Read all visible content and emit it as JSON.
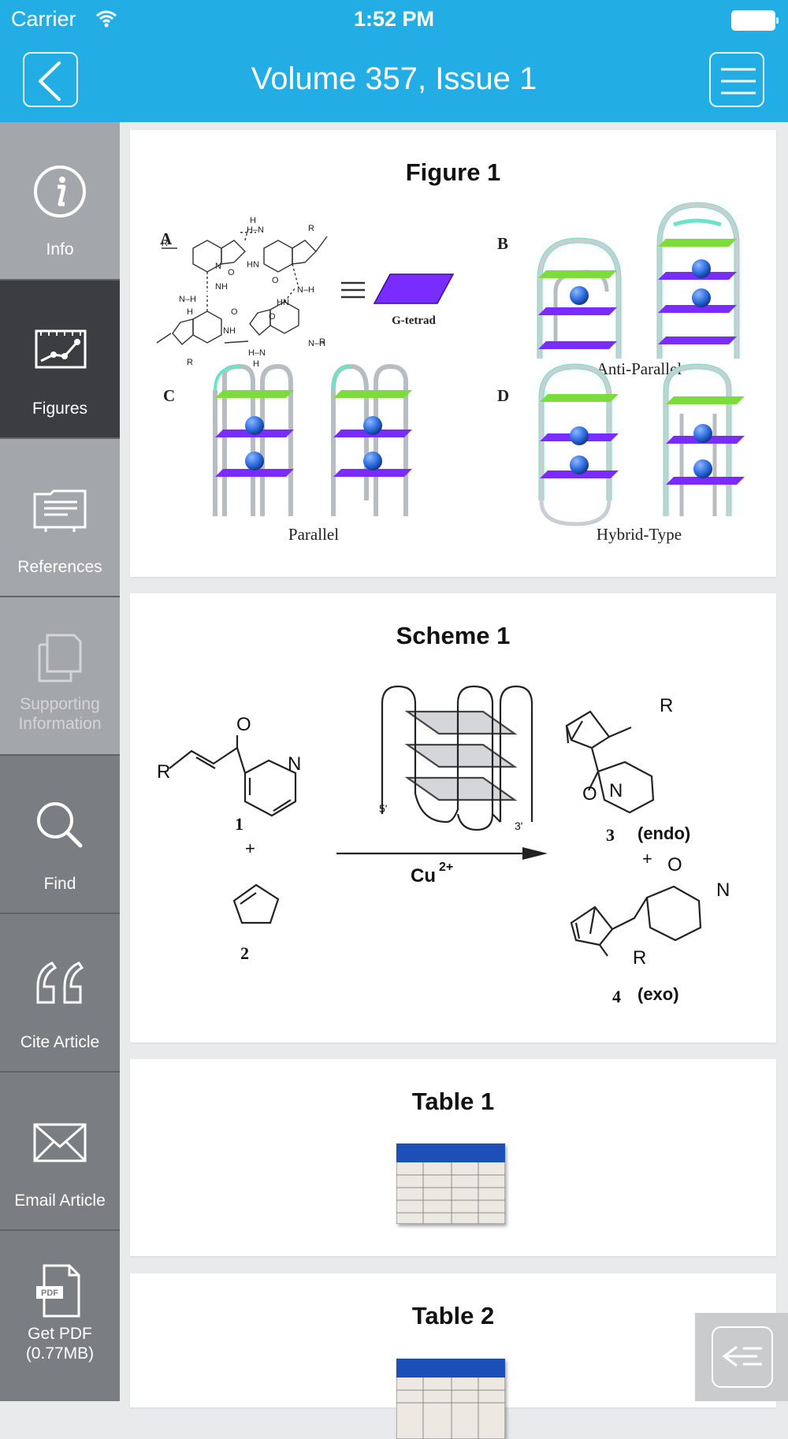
{
  "status_bar": {
    "carrier": "Carrier",
    "time": "1:52 PM"
  },
  "nav": {
    "title": "Volume 357, Issue 1",
    "back_icon": "chevron-left-icon",
    "menu_icon": "hamburger-menu-icon"
  },
  "sidebar": {
    "items": [
      {
        "label": "Info",
        "icon": "info-icon"
      },
      {
        "label": "Figures",
        "icon": "chart-icon"
      },
      {
        "label": "References",
        "icon": "folder-icon"
      },
      {
        "label": "Supporting Information",
        "icon": "documents-icon"
      },
      {
        "label": "Find",
        "icon": "search-icon"
      },
      {
        "label": "Cite Article",
        "icon": "quote-icon"
      },
      {
        "label": "Email Article",
        "icon": "envelope-icon"
      },
      {
        "label": "Get PDF (0.77MB)",
        "icon": "pdf-icon"
      }
    ],
    "selected": "Figures"
  },
  "figures": [
    {
      "title": "Figure 1",
      "panel_labels": [
        "A",
        "B",
        "C",
        "D"
      ],
      "captions": [
        "G-tetrad",
        "Anti-Parallel",
        "Parallel",
        "Hybrid-Type"
      ],
      "chem": {
        "r": "R",
        "h": "H",
        "o": "O",
        "n": "N",
        "nh": "NH",
        "hn": "HN",
        "nh2": "N–H",
        "hh": "H–N"
      }
    },
    {
      "title": "Scheme 1",
      "compounds": [
        "1",
        "2",
        "3",
        "4"
      ],
      "labels": {
        "endo": "(endo)",
        "exo": "(exo)",
        "catalyst": "Cu",
        "charge": "2+",
        "plus": "+",
        "five": "5'",
        "three": "3'",
        "r": "R",
        "o": "O",
        "n": "N"
      }
    },
    {
      "title": "Table 1"
    },
    {
      "title": "Table 2"
    }
  ],
  "colors": {
    "header_blue": "#22aee4",
    "sidebar_light": "#a3a6aa",
    "sidebar_dark": "#3b3d40",
    "sidebar_mid": "#7a7d81",
    "tetrad_purple": "#7a2cff",
    "tetrad_green": "#7cdc3c",
    "sphere_blue": "#2f6fe0"
  }
}
